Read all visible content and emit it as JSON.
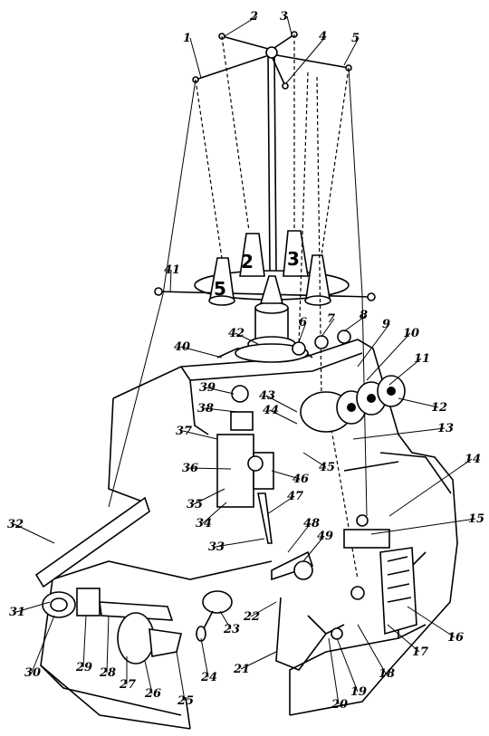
{
  "cone_numbers": [
    "2",
    "3",
    "5"
  ],
  "labels": [
    {
      "n": "1"
    },
    {
      "n": "2"
    },
    {
      "n": "3"
    },
    {
      "n": "4"
    },
    {
      "n": "5"
    },
    {
      "n": "6"
    },
    {
      "n": "7"
    },
    {
      "n": "8"
    },
    {
      "n": "9"
    },
    {
      "n": "10"
    },
    {
      "n": "11"
    },
    {
      "n": "12"
    },
    {
      "n": "13"
    },
    {
      "n": "14"
    },
    {
      "n": "15"
    },
    {
      "n": "16"
    },
    {
      "n": "17"
    },
    {
      "n": "18"
    },
    {
      "n": "19"
    },
    {
      "n": "20"
    },
    {
      "n": "21"
    },
    {
      "n": "22"
    },
    {
      "n": "23"
    },
    {
      "n": "24"
    },
    {
      "n": "25"
    },
    {
      "n": "26"
    },
    {
      "n": "27"
    },
    {
      "n": "28"
    },
    {
      "n": "29"
    },
    {
      "n": "30"
    },
    {
      "n": "31"
    },
    {
      "n": "32"
    },
    {
      "n": "33"
    },
    {
      "n": "34"
    },
    {
      "n": "35"
    },
    {
      "n": "36"
    },
    {
      "n": "37"
    },
    {
      "n": "38"
    },
    {
      "n": "39"
    },
    {
      "n": "40"
    },
    {
      "n": "41"
    },
    {
      "n": "42"
    },
    {
      "n": "43"
    },
    {
      "n": "44"
    },
    {
      "n": "45"
    },
    {
      "n": "46"
    },
    {
      "n": "47"
    },
    {
      "n": "48"
    },
    {
      "n": "49"
    }
  ]
}
